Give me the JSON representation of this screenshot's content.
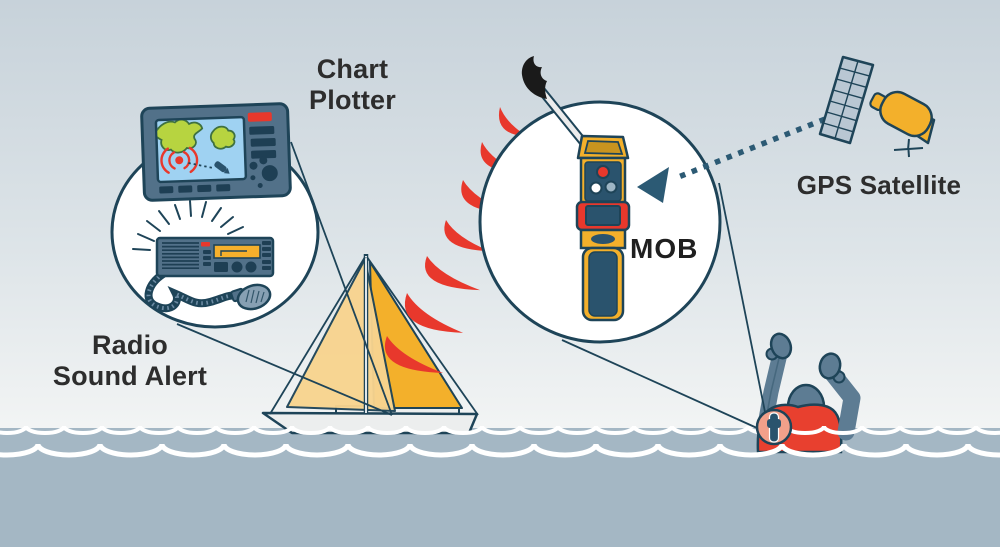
{
  "labels": {
    "chart_plotter": {
      "line1": "Chart",
      "line2": "Plotter"
    },
    "radio": {
      "line1": "Radio",
      "line2": "Sound Alert"
    },
    "mob": "MOB",
    "gps_satellite": "GPS Satellite"
  },
  "colors": {
    "sky_top": "#c7d2da",
    "sky_bottom": "#f2f4f4",
    "water": "#a4b7c4",
    "wave_crest": "#ffffff",
    "outline_navy": "#1e4458",
    "device_slate": "#527189",
    "panel_dark": "#1e3f54",
    "screen_blue": "#9fd2f2",
    "land_green": "#b7d440",
    "alert_red": "#e8382c",
    "sail_dark": "#f3b02b",
    "sail_light": "#f8d48f",
    "hull_white": "#eceeee",
    "beacon_yellow": "#f3b02b",
    "beacon_panel": "#2a536d",
    "vest_red": "#e8402f",
    "person_slate": "#5d7c93",
    "salmon": "#f2a08a",
    "satellite_panel": "#b9c7d3",
    "label_ink": "#2d2d2d"
  },
  "illustration": {
    "elements": [
      "callout-bubble-left",
      "chart-plotter-device",
      "mob-position-marker",
      "boat-marker",
      "vhf-radio",
      "radio-microphone",
      "coiled-cord",
      "sound-alert-rays",
      "sailboat",
      "red-signal-arcs",
      "callout-bubble-center",
      "mob-beacon",
      "beacon-antenna",
      "gps-satellite",
      "satellite-signal-arrow",
      "person-in-water",
      "life-vest",
      "vest-beacon-callout",
      "ocean-waves"
    ]
  },
  "diagram": {
    "type": "illustration-diagram",
    "nodes": [
      {
        "id": "chart-plotter",
        "label": "Chart Plotter"
      },
      {
        "id": "radio",
        "label": "Radio Sound Alert"
      },
      {
        "id": "mob-beacon",
        "label": "MOB"
      },
      {
        "id": "gps-satellite",
        "label": "GPS Satellite"
      },
      {
        "id": "sailboat",
        "label": ""
      },
      {
        "id": "person-in-water",
        "label": ""
      }
    ],
    "connections": [
      {
        "from": "gps-satellite",
        "to": "mob-beacon",
        "style": "dotted-arrow"
      },
      {
        "from": "callout-bubble-left",
        "to": "sailboat",
        "style": "leader-lines"
      },
      {
        "from": "callout-bubble-center",
        "to": "person-in-water",
        "style": "leader-lines"
      },
      {
        "from": "mob-beacon",
        "to": "sailboat",
        "style": "red-signal-arcs"
      }
    ]
  }
}
